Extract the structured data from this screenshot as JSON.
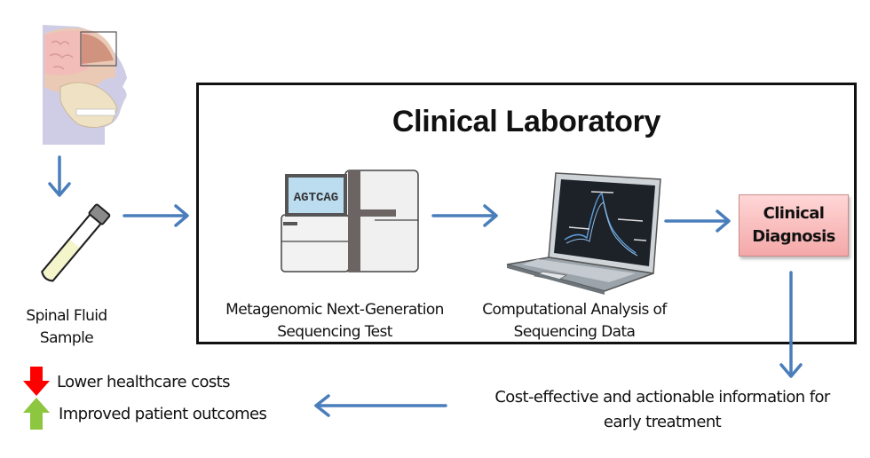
{
  "title": "Clinical Laboratory",
  "sample": {
    "label_line1": "Spinal Fluid",
    "label_line2": "Sample"
  },
  "sequencer": {
    "screen_text": "AGTCAG",
    "label_line1": "Metagenomic Next-Generation",
    "label_line2": "Sequencing Test"
  },
  "analysis": {
    "label_line1": "Computational Analysis of",
    "label_line2": "Sequencing Data"
  },
  "diagnosis": {
    "line1": "Clinical",
    "line2": "Diagnosis"
  },
  "outcome": {
    "line1": "Cost-effective and actionable information for",
    "line2": "early treatment"
  },
  "benefits": [
    {
      "icon": "down-arrow-icon",
      "color": "#ff0000",
      "label": "Lower healthcare costs"
    },
    {
      "icon": "up-arrow-icon",
      "color": "#8dc63f",
      "label": "Improved patient outcomes"
    }
  ],
  "colors": {
    "arrow": "#4a7ebb",
    "diagnosis_fill": "#f4b0b0",
    "fluid": "#f5f5cc"
  }
}
